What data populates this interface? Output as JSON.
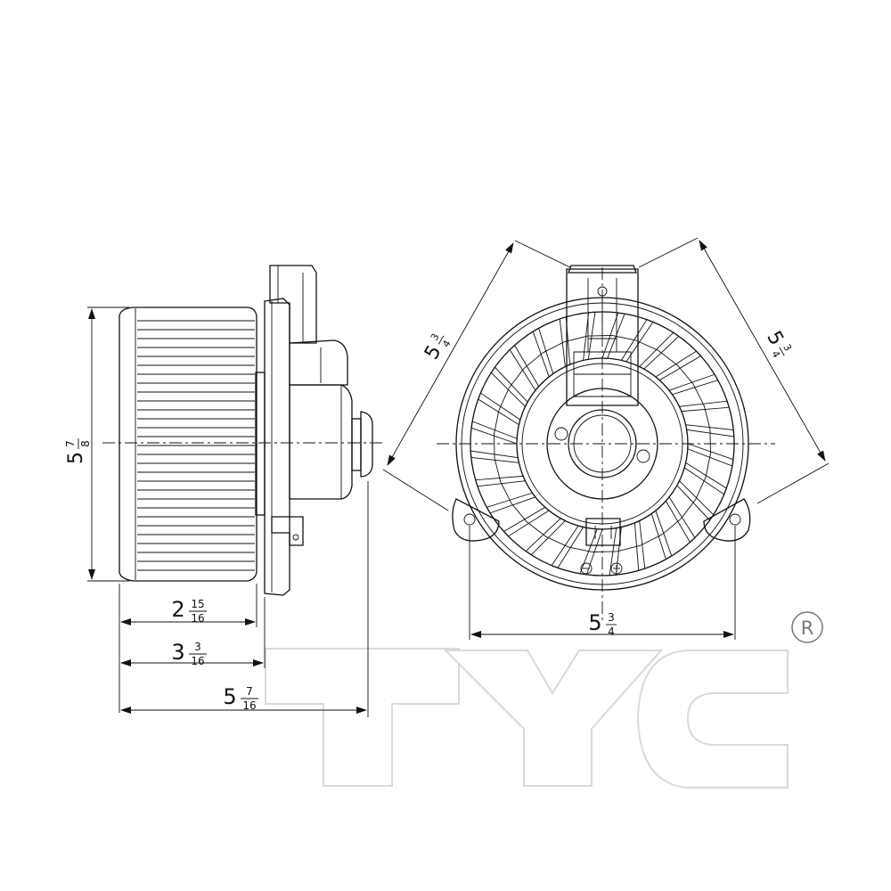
{
  "drawing": {
    "dims": {
      "side_height": {
        "whole": "5",
        "num": "7",
        "den": "8"
      },
      "depth_short": {
        "whole": "2",
        "num": "15",
        "den": "16"
      },
      "depth_mid": {
        "whole": "3",
        "num": "3",
        "den": "16"
      },
      "depth_total": {
        "whole": "5",
        "num": "7",
        "den": "16"
      },
      "front_diag_left": {
        "whole": "5",
        "num": "3",
        "den": "4"
      },
      "front_diag_right": {
        "whole": "5",
        "num": "3",
        "den": "4"
      },
      "front_width": {
        "whole": "5",
        "num": "3",
        "den": "4"
      }
    },
    "brand": {
      "logo": "TYC",
      "registered": "R"
    }
  }
}
